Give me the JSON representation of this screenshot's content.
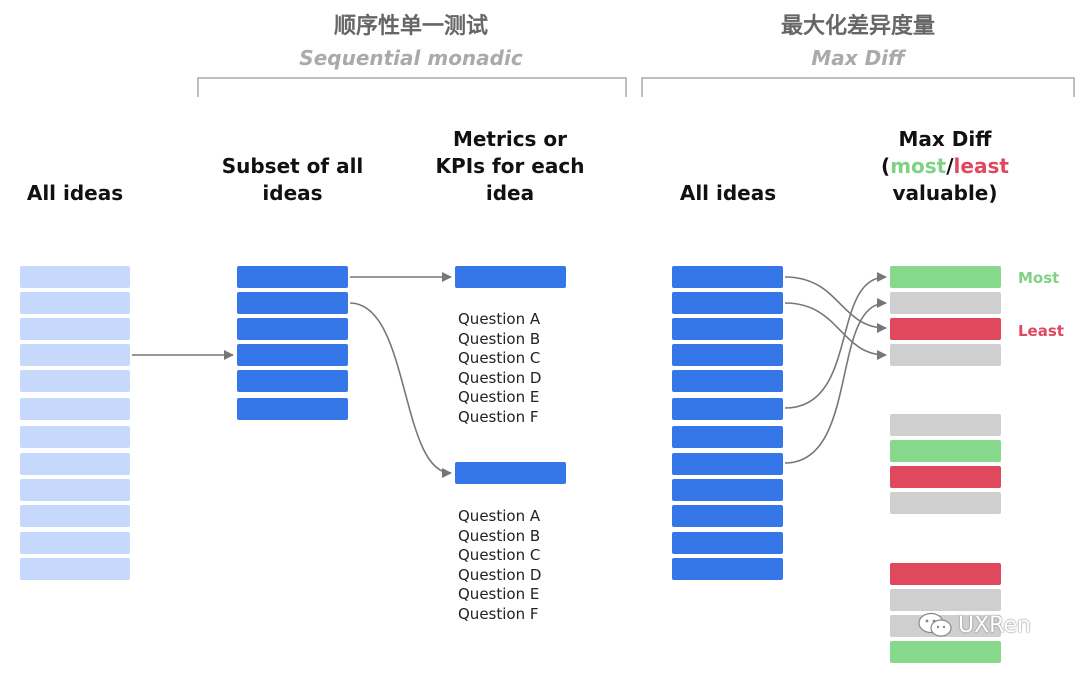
{
  "sections": {
    "left": {
      "title": "顺序性单一测试",
      "subtitle": "Sequential monadic"
    },
    "right": {
      "title": "最大化差异度量",
      "subtitle": "Max Diff"
    }
  },
  "columns": {
    "all_ideas_left": "All ideas",
    "subset": [
      "Subset of all",
      "ideas"
    ],
    "metrics": [
      "Metrics or",
      "KPIs for each",
      "idea"
    ],
    "all_ideas_right": "All ideas",
    "maxdiff": {
      "line1": "Max Diff",
      "open": "(",
      "most": "most",
      "slash": "/",
      "least": "least",
      "line3": "valuable)"
    }
  },
  "questions_group1": [
    "Question A",
    "Question B",
    "Question C",
    "Question D",
    "Question E",
    "Question F"
  ],
  "questions_group2": [
    "Question A",
    "Question B",
    "Question C",
    "Question D",
    "Question E",
    "Question F"
  ],
  "labels": {
    "most": "Most",
    "least": "Least"
  },
  "watermark": "UXRen",
  "colors": {
    "light_blue": "#c6d8fb",
    "blue": "#3577e8",
    "green": "#86d98b",
    "red": "#e0485d",
    "gray": "#cfcfcf",
    "most_text": "#7ed282",
    "least_text": "#e0485d"
  },
  "maxdiff_sets": [
    [
      "green",
      "gray",
      "red",
      "gray"
    ],
    [
      "gray",
      "green",
      "red",
      "gray"
    ],
    [
      "red",
      "gray",
      "gray",
      "green"
    ]
  ]
}
